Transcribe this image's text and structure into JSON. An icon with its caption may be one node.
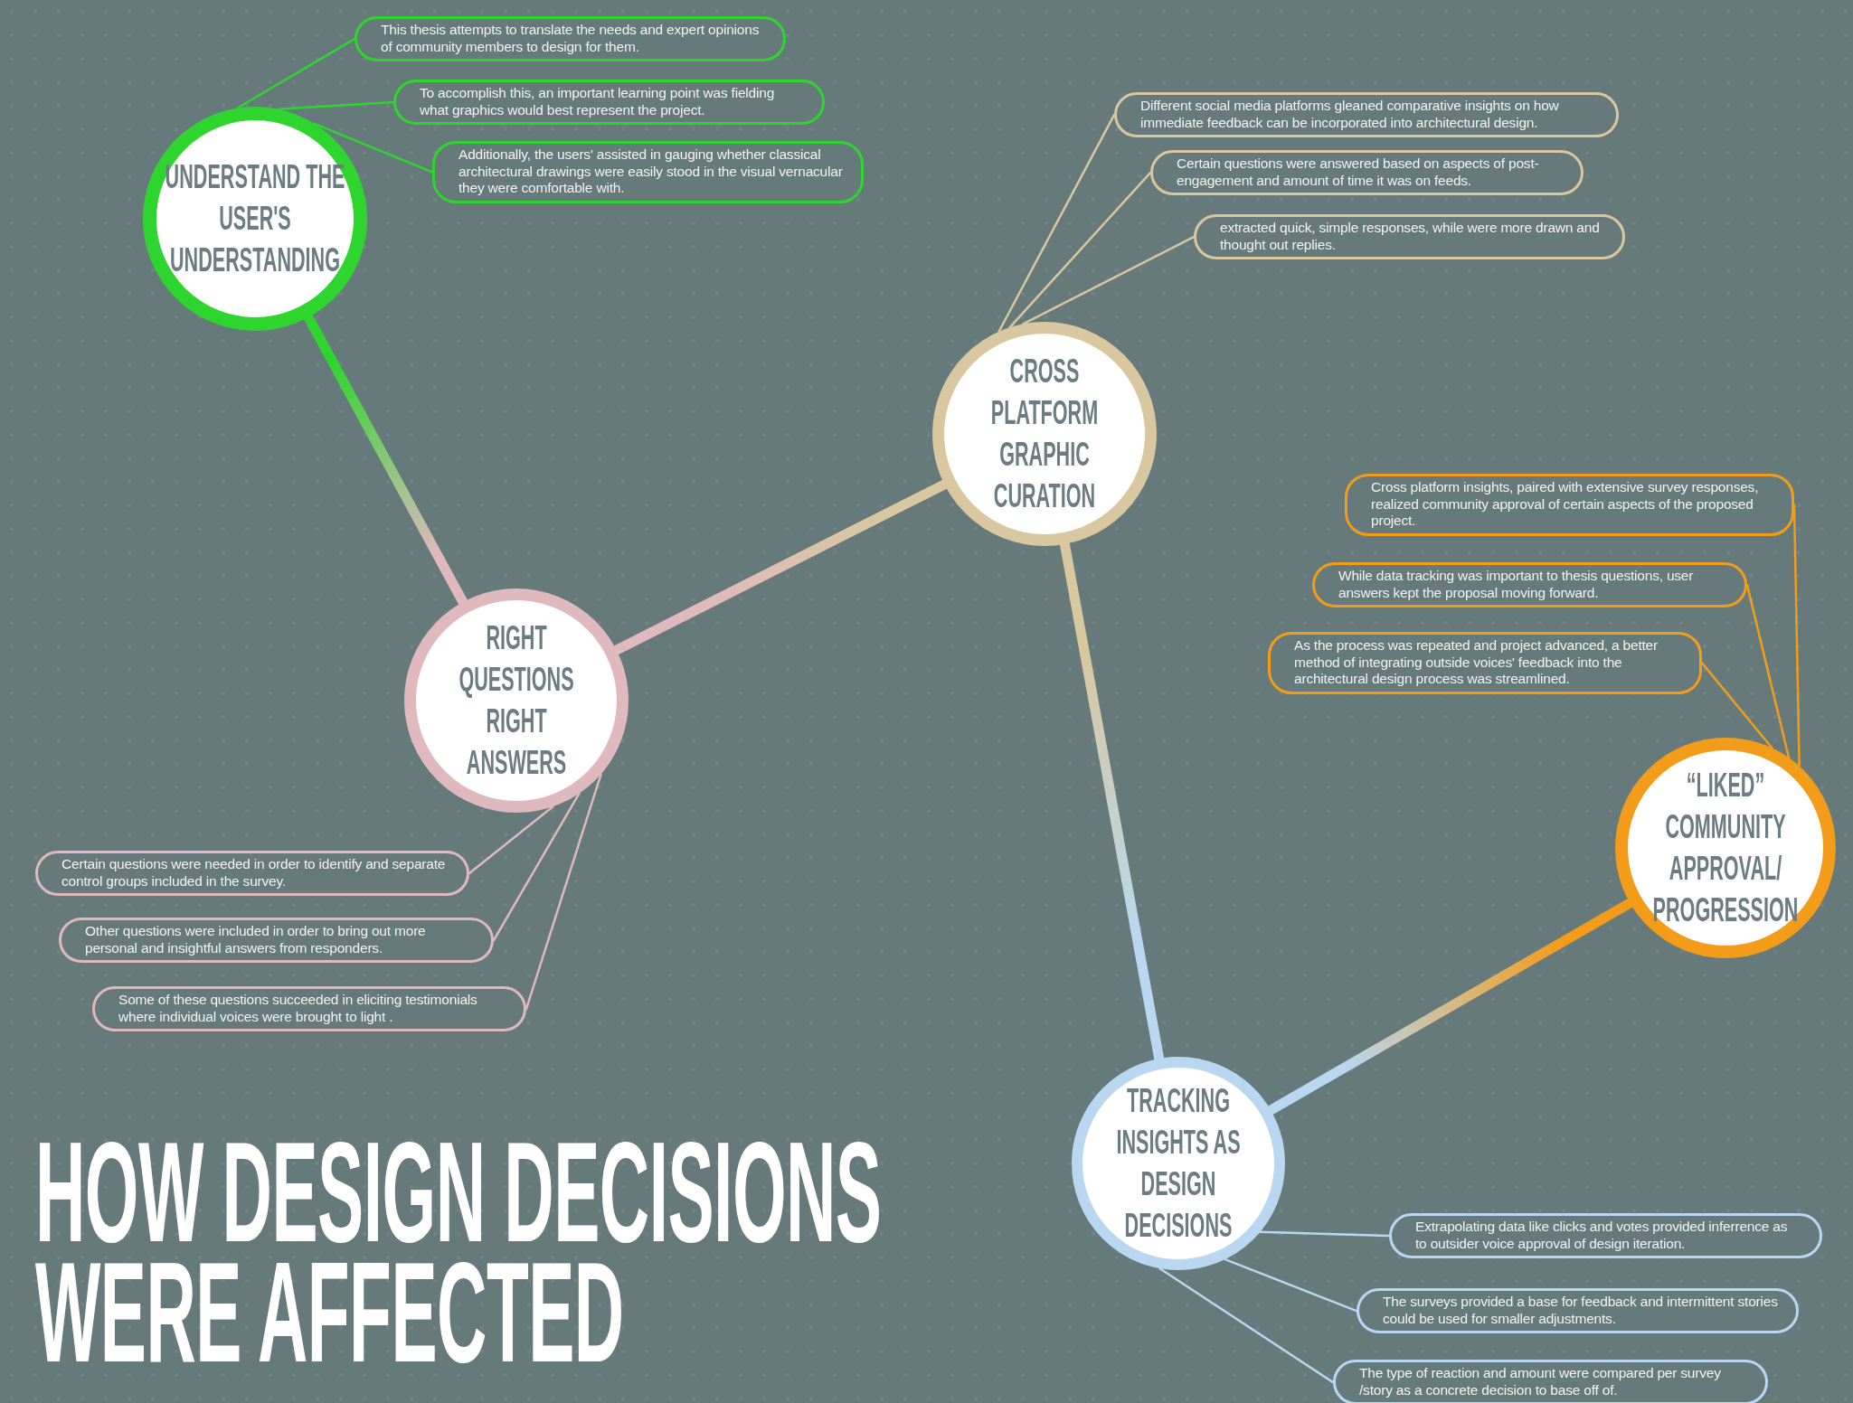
{
  "diagram": {
    "title": "HOW DESIGN DECISIONS WERE AFFECTED",
    "nodes": [
      {
        "text": [
          "UNDERSTAND THE USER'S UNDERSTANDING"
        ]
      },
      {
        "text": [
          "This thesis attempts to translate the needs and expert opinions of community members to design for them."
        ]
      },
      {
        "text": [
          "To accomplish this, an important learning point was fielding what graphics would best represent the project."
        ]
      },
      {
        "text": [
          "Additionally, the users' assisted in gauging whether classical architectural drawings were easily stood in the visual vernacular they were comfortable with."
        ]
      },
      {
        "text": [
          "CROSS PLATFORM GRAPHIC CURATION"
        ]
      },
      {
        "text": [
          "Different social media platforms gleaned comparative insights on how immediate feedback can be incorporated into architectural design."
        ]
      },
      {
        "text": [
          "Certain questions were answered based on aspects of post-engagement and amount of time it was on feeds."
        ]
      },
      {
        "text": [
          "extracted quick, simple responses, while were more drawn and thought out replies."
        ]
      },
      {
        "text": [
          "RIGHT QUESTIONS RIGHT ANSWERS"
        ]
      },
      {
        "text": [
          "Certain questions were needed in order to identify and separate control groups included in the survey."
        ]
      },
      {
        "text": [
          "Other questions were included in order to bring out more personal and insightful answers from responders."
        ]
      },
      {
        "text": [
          "Some of these questions succeeded in eliciting testimonials where individual voices were brought to light ."
        ]
      },
      {
        "text": [
          "“LIKED” COMMUNITY APPROVAL/ PROGRESSION"
        ]
      },
      {
        "text": [
          "Cross platform insights, paired with extensive survey responses, realized community approval of certain aspects of the proposed project."
        ]
      },
      {
        "text": [
          "While data tracking was important to thesis questions, user answers kept the proposal moving forward."
        ]
      },
      {
        "text": [
          "As the process was repeated and project advanced, a better method of integrating outside voices' feedback into the architectural design process was streamlined."
        ]
      },
      {
        "text": [
          "TRACKING INSIGHTS AS DESIGN DECISIONS"
        ]
      },
      {
        "text": [
          "Extrapolating data like clicks and votes provided inferrence as to outsider voice approval of design iteration."
        ]
      },
      {
        "text": [
          "The surveys provided a base for feedback and intermittent stories could be used for smaller adjustments."
        ]
      },
      {
        "text": [
          "The type of reaction and amount were compared per survey /story as a concrete decision to base off of."
        ]
      }
    ],
    "edges": [
      {
        "from": 0,
        "to": 8,
        "arrow": "none",
        "style": "thick"
      },
      {
        "from": 8,
        "to": 4,
        "arrow": "none",
        "style": "thick"
      },
      {
        "from": 4,
        "to": 16,
        "arrow": "none",
        "style": "thick"
      },
      {
        "from": 16,
        "to": 12,
        "arrow": "none",
        "style": "thick"
      },
      {
        "from": 0,
        "to": 1,
        "arrow": "none",
        "color": "#2fd52f"
      },
      {
        "from": 0,
        "to": 2,
        "arrow": "none",
        "color": "#2fd52f"
      },
      {
        "from": 0,
        "to": 3,
        "arrow": "none",
        "color": "#2fd52f"
      },
      {
        "from": 4,
        "to": 5,
        "arrow": "none",
        "color": "#d8c79f"
      },
      {
        "from": 4,
        "to": 6,
        "arrow": "none",
        "color": "#d8c79f"
      },
      {
        "from": 4,
        "to": 7,
        "arrow": "none",
        "color": "#d8c79f"
      },
      {
        "from": 8,
        "to": 9,
        "arrow": "none",
        "color": "#dfb9be"
      },
      {
        "from": 8,
        "to": 10,
        "arrow": "none",
        "color": "#dfb9be"
      },
      {
        "from": 8,
        "to": 11,
        "arrow": "none",
        "color": "#dfb9be"
      },
      {
        "from": 12,
        "to": 13,
        "arrow": "none",
        "color": "#f39c1a"
      },
      {
        "from": 12,
        "to": 14,
        "arrow": "none",
        "color": "#f39c1a"
      },
      {
        "from": 12,
        "to": 15,
        "arrow": "none",
        "color": "#f39c1a"
      },
      {
        "from": 16,
        "to": 17,
        "arrow": "none",
        "color": "#b9d7f0"
      },
      {
        "from": 16,
        "to": 18,
        "arrow": "none",
        "color": "#b9d7f0"
      },
      {
        "from": 16,
        "to": 19,
        "arrow": "none",
        "color": "#b9d7f0"
      }
    ]
  }
}
